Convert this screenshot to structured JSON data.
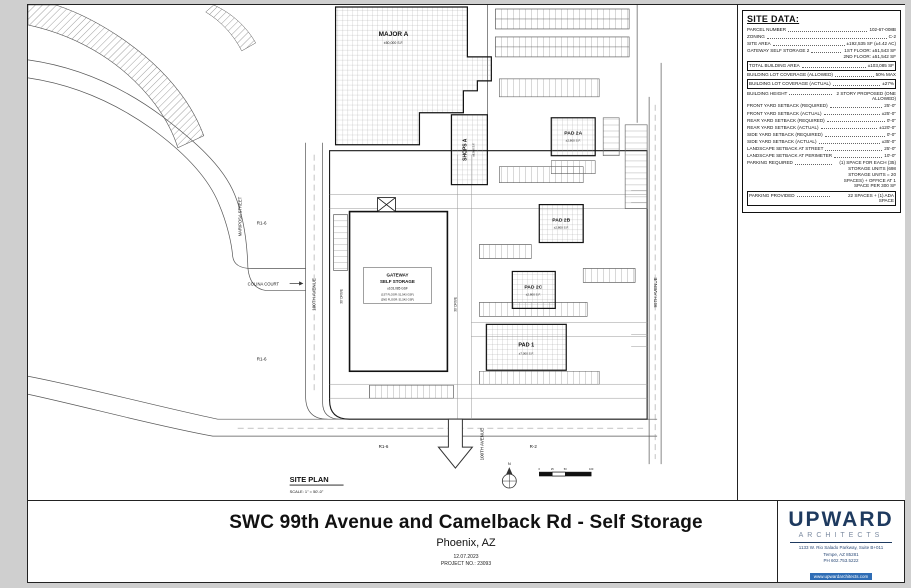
{
  "plan": {
    "major_a": "MAJOR A",
    "major_a_area": "±50,000 S.F.",
    "shops_a": "SHOPS A",
    "shops_a_area": "±8,000 S.F.",
    "pad_2a": "PAD 2A",
    "pad_2a_area": "±2,800 S.F.",
    "pad_2b": "PAD 2B",
    "pad_2b_area": "±2,800 S.F.",
    "pad_2c": "PAD 2C",
    "pad_2c_area": "±2,800 S.F.",
    "pad_1": "PAD 1",
    "pad_1_area": "±7,000 S.F.",
    "storage_name_line1": "GATEWAY",
    "storage_name_line2": "SELF STORAGE",
    "storage_area": "±103,085 GSF",
    "storage_floor1": "(1ST FLOOR: 51,543 GSF)",
    "storage_floor2": "(2ND FLOOR: 51,542 GSF)",
    "mariposa_street": "MARIPOSA STREET",
    "colina_court": "COLINA COURT",
    "avenue_100_mid": "100TH AVENUE",
    "avenue_100_south": "100TH AVENUE",
    "avenue_99": "99TH AVENUE",
    "zone_r16_a": "R1-6",
    "zone_r16_b": "R1-6",
    "zone_r16_c": "R1-6",
    "zone_r2": "R-2",
    "drive_left": "30' DRIVE",
    "drive_right": "30' DRIVE",
    "title": "SITE PLAN",
    "scale_note": "SCALE: 1\" = 50'-0\"",
    "north": "N",
    "scalebar": {
      "t0": "0",
      "t1": "25",
      "t2": "50",
      "t3": "100"
    }
  },
  "site_data": {
    "title": "SITE DATA:",
    "rows": [
      {
        "label": "PARCEL NUMBER",
        "value": "102-67-008B"
      },
      {
        "label": "ZONING",
        "value": "C-2"
      },
      {
        "label": "SITE AREA",
        "value": "±192,535 SF (±4.42 AC)"
      },
      {
        "label": "GATEWAY SELF STORAGE 2",
        "value": "1ST FLOOR: ±51,543 SF\n2ND FLOOR: ±51,542 SF"
      },
      {
        "label": "TOTAL BUILDING AREA",
        "value": "±103,085 SF",
        "box": true
      },
      {
        "label": "BUILDING LOT COVERAGE (ALLOWED)",
        "value": "50% MAX"
      },
      {
        "label": "BUILDING LOT COVERAGE (ACTUAL)",
        "value": "±27%",
        "box": true
      },
      {
        "label": "BUILDING HEIGHT",
        "value": "2 STORY PROPOSED (ONE ALLOWED)"
      },
      {
        "label": "FRONT YARD SETBACK (REQUIRED)",
        "value": "25'-0\""
      },
      {
        "label": "FRONT YARD SETBACK (ACTUAL)",
        "value": "±25'-0\""
      },
      {
        "label": "REAR YARD SETBACK (REQUIRED)",
        "value": "0'-0\""
      },
      {
        "label": "REAR YARD SETBACK (ACTUAL)",
        "value": "±120'-0\""
      },
      {
        "label": "SIDE YARD SETBACK (REQUIRED)",
        "value": "0'-0\""
      },
      {
        "label": "SIDE YARD SETBACK (ACTUAL)",
        "value": "±35'-0\""
      },
      {
        "label": "LANDSCAPE SETBACK AT STREET",
        "value": "25'-0\""
      },
      {
        "label": "LANDSCAPE SETBACK AT PERIMETER",
        "value": "10'-0\""
      },
      {
        "label": "PARKING REQUIRED",
        "value": "(1) SPACE FOR EACH (35) STORAGE UNITS (698 STORAGE UNITS = 20 SPACES) + OFFICE AT 1 SPACE PER 300 SF"
      },
      {
        "label": "PARKING PROVIDED",
        "value": "22 SPACES + (1) ADA SPACE",
        "box": true
      }
    ]
  },
  "title_block": {
    "title": "SWC 99th Avenue and Camelback Rd - Self Storage",
    "subtitle": "Phoenix, AZ",
    "date": "12.07.2023",
    "project": "PROJECT NO.: 23093"
  },
  "logo": {
    "name": "UPWARD",
    "tagline": "ARCHITECTS",
    "address1": "1133 W. Rio Salado Parkway, Suite B+011",
    "address2": "Tempe, AZ 85281",
    "phone": "PH 602.753.5222",
    "website": "www.upwardarchitects.com"
  }
}
